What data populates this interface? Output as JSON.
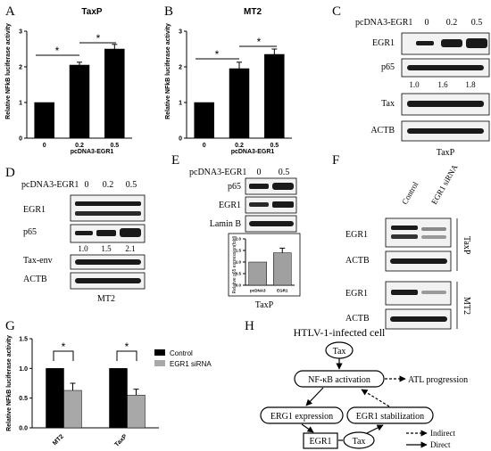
{
  "panels": {
    "A": {
      "label": "A",
      "title": "TaxP",
      "ylabel": "Relative NFkB luciferase activity",
      "xlabel": "pcDNA3-EGR1",
      "sig": [
        "*",
        "*"
      ]
    },
    "B": {
      "label": "B",
      "title": "MT2",
      "ylabel": "Relative NFkB luciferase activity",
      "xlabel": "pcDNA3-EGR1",
      "sig": [
        "*",
        "*"
      ]
    },
    "C": {
      "label": "C",
      "header": "pcDNA3-EGR1",
      "doses": [
        "0",
        "0.2",
        "0.5"
      ],
      "bands": [
        "EGR1",
        "p65",
        "Tax",
        "ACTB"
      ],
      "quant": [
        "1.0",
        "1.6",
        "1.8"
      ],
      "cell": "TaxP"
    },
    "D": {
      "label": "D",
      "header": "pcDNA3-EGR1",
      "doses": [
        "0",
        "0.2",
        "0.5"
      ],
      "bands": [
        "EGR1",
        "p65",
        "Tax-env",
        "ACTB"
      ],
      "quant": [
        "1.0",
        "1.5",
        "2.1"
      ],
      "cell": "MT2"
    },
    "E": {
      "label": "E",
      "header": "pcDNA3-EGR1",
      "doses": [
        "0",
        "0.5"
      ],
      "bands": [
        "p65",
        "EGR1",
        "Lamin B"
      ],
      "ylabel": "Relative p65 expression(fold)",
      "cell": "TaxP"
    },
    "F": {
      "label": "F",
      "cols": [
        "Control",
        "EGR1 siRNA"
      ],
      "group1": {
        "bands": [
          "EGR1",
          "ACTB"
        ],
        "cell": "TaxP"
      },
      "group2": {
        "bands": [
          "EGR1",
          "ACTB"
        ],
        "cell": "MT2"
      }
    },
    "G": {
      "label": "G",
      "ylabel": "Relative NFkB luciferase activity",
      "legend": [
        "Control",
        "EGR1 siRNA"
      ],
      "sig": [
        "*",
        "*"
      ]
    },
    "H": {
      "label": "H",
      "title": "HTLV-1-infected cell",
      "nodes": {
        "tax_top": "Tax",
        "nfkb": "NF-κB activation",
        "atl": "ATL progression",
        "erg1_expr": "ERG1 expression",
        "egr1_stab": "EGR1 stabilization",
        "egr1": "EGR1",
        "tax_bottom": "Tax"
      },
      "legend": {
        "indirect": "Indirect",
        "direct": "Direct"
      }
    }
  },
  "chart_data": [
    {
      "type": "bar",
      "panel": "A",
      "title": "TaxP",
      "categories": [
        "0",
        "0.2",
        "0.5"
      ],
      "values": [
        1.0,
        2.05,
        2.5
      ],
      "errors": [
        0.0,
        0.08,
        0.13
      ],
      "ylim": [
        0,
        3
      ],
      "yticks": [
        0,
        1,
        2,
        3
      ],
      "xlabel": "pcDNA3-EGR1",
      "ylabel": "Relative NFkB luciferase activity"
    },
    {
      "type": "bar",
      "panel": "B",
      "title": "MT2",
      "categories": [
        "0",
        "0.2",
        "0.5"
      ],
      "values": [
        1.0,
        1.95,
        2.35
      ],
      "errors": [
        0.0,
        0.18,
        0.15
      ],
      "ylim": [
        0,
        3
      ],
      "yticks": [
        0,
        1,
        2,
        3
      ],
      "xlabel": "pcDNA3-EGR1",
      "ylabel": "Relative NFkB luciferase activity"
    },
    {
      "type": "bar",
      "panel": "E",
      "categories": [
        "pcDNA3",
        "EGR1"
      ],
      "values": [
        1.0,
        1.4
      ],
      "errors": [
        0.0,
        0.2
      ],
      "ylim": [
        0,
        2
      ],
      "yticks": [
        0.0,
        0.5,
        1.0,
        1.5,
        2.0
      ],
      "ylabel": "Relative p65 expression(fold)"
    },
    {
      "type": "bar",
      "panel": "G",
      "categories": [
        "MT2",
        "TaxP"
      ],
      "series": [
        {
          "name": "Control",
          "values": [
            1.0,
            1.0
          ],
          "errors": [
            0.0,
            0.0
          ]
        },
        {
          "name": "EGR1 siRNA",
          "values": [
            0.63,
            0.55
          ],
          "errors": [
            0.12,
            0.1
          ]
        }
      ],
      "ylim": [
        0,
        1.5
      ],
      "yticks": [
        0.0,
        0.5,
        1.0,
        1.5
      ],
      "ylabel": "Relative NFkB luciferase activity"
    }
  ],
  "colors": {
    "bar_black": "#000000",
    "bar_gray": "#a8a8a8",
    "band": "#1a1a1a"
  }
}
